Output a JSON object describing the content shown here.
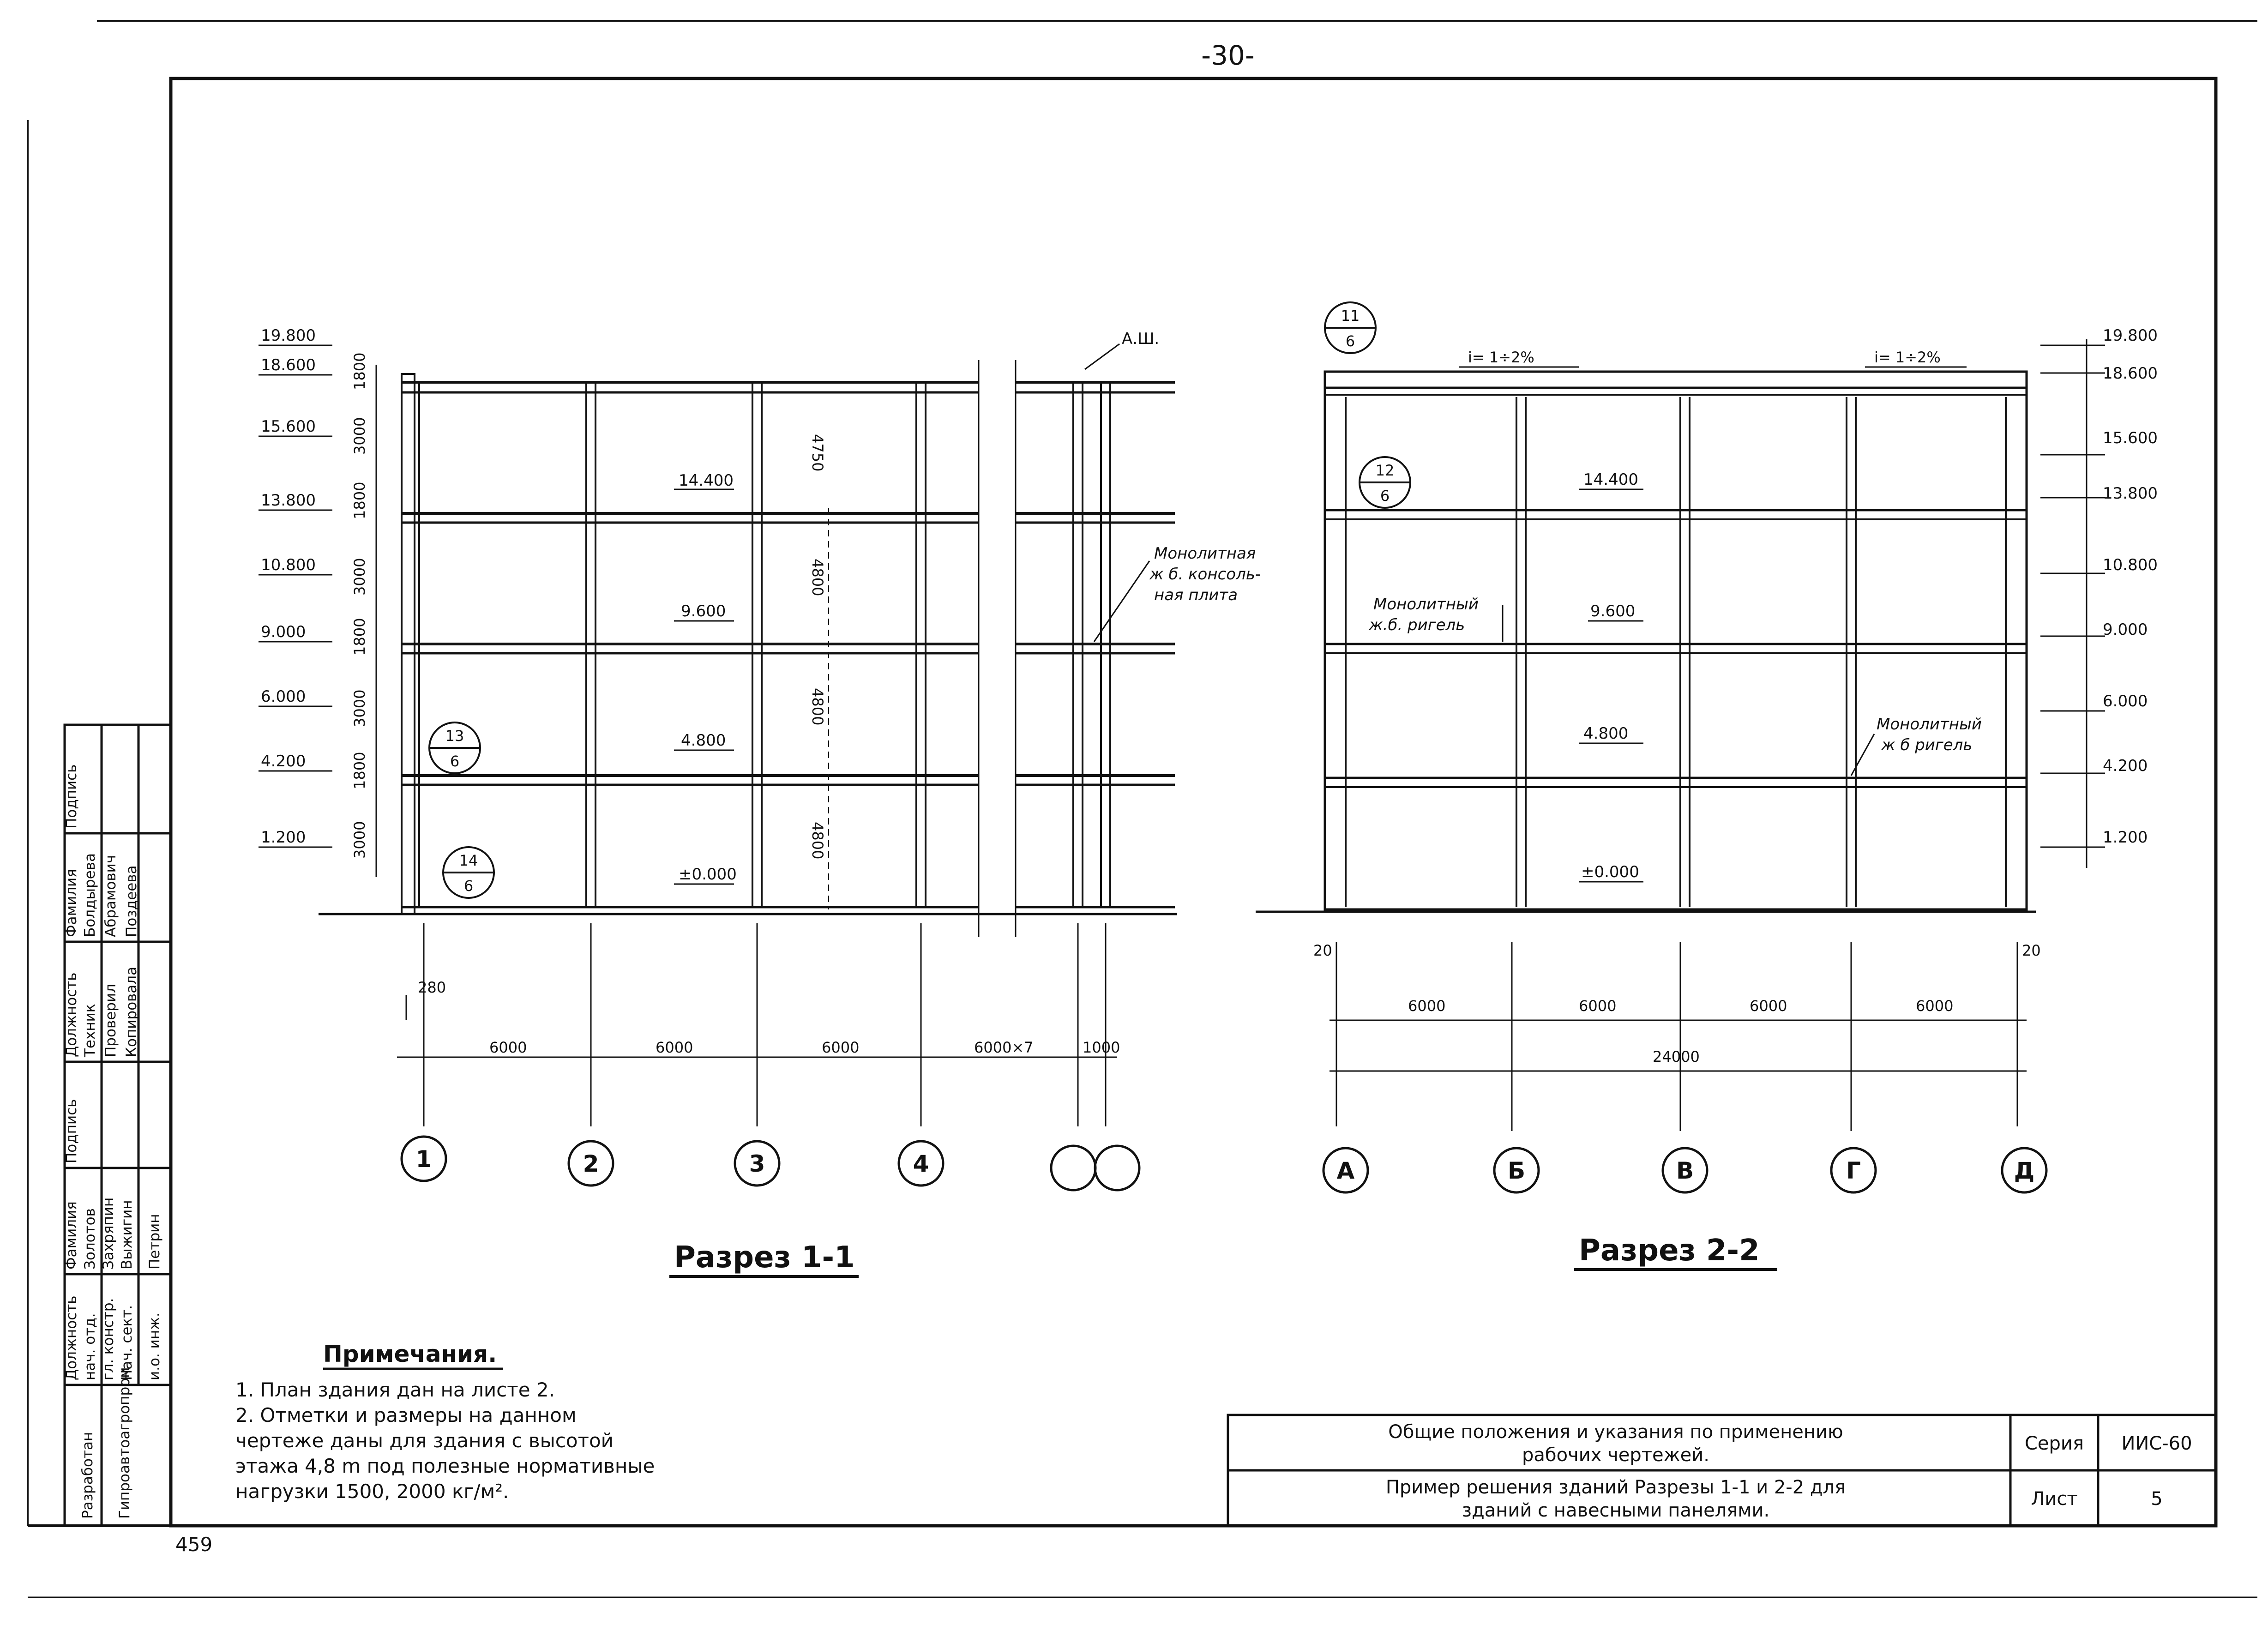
{
  "page_number": "-30-",
  "sheet_number_bottom": "459",
  "section_1": {
    "title": "Разрез 1-1",
    "levels": [
      "19.800",
      "18.600",
      "15.600",
      "13.800",
      "10.800",
      "9.000",
      "6.000",
      "4.200",
      "1.200"
    ],
    "level_left_dims": [
      "1800",
      "3000",
      "1800",
      "3000",
      "1800",
      "3000",
      "1800",
      "3000"
    ],
    "floor_marks": [
      "14.400",
      "9.600",
      "4.800",
      "±0.000"
    ],
    "story_heights": [
      "4750",
      "4800",
      "4800",
      "4800"
    ],
    "spans": [
      "6000",
      "6000",
      "6000",
      "6000×7",
      "1000"
    ],
    "offset": "280",
    "axes": [
      "1",
      "2",
      "3",
      "4"
    ],
    "callouts": [
      {
        "top": "13",
        "bottom": "6"
      },
      {
        "top": "14",
        "bottom": "6"
      }
    ],
    "annotations": {
      "parapet": "А.Ш.",
      "slab_1": "Монолитная",
      "slab_2": "ж б. консоль-",
      "slab_3": "ная плита"
    }
  },
  "section_2": {
    "title": "Разрез 2-2",
    "levels": [
      "19.800",
      "18.600",
      "15.600",
      "13.800",
      "10.800",
      "9.000",
      "6.000",
      "4.200",
      "1.200"
    ],
    "floor_marks": [
      "14.400",
      "9.600",
      "4.800",
      "±0.000"
    ],
    "slopes": [
      "i= 1÷2%",
      "i= 1÷2%"
    ],
    "spans": [
      "6000",
      "6000",
      "6000",
      "6000"
    ],
    "total_span": "24000",
    "offsets": [
      "20",
      "20"
    ],
    "axes": [
      "А",
      "Б",
      "В",
      "Г",
      "Д"
    ],
    "callouts": [
      {
        "top": "11",
        "bottom": "6"
      },
      {
        "top": "12",
        "bottom": "6"
      }
    ],
    "annotations": {
      "beam_a_1": "Монолитный",
      "beam_a_2": "ж.б. ригель",
      "beam_b_1": "Монолитный",
      "beam_b_2": "ж б ригель"
    }
  },
  "notes": {
    "heading": "Примечания.",
    "lines": [
      "1. План здания дан на листе 2.",
      "2. Отметки и размеры на данном",
      "чертеже даны для здания с высотой",
      "этажа 4,8 m под полезные нормативные",
      "нагрузки 1500, 2000 кг/м²."
    ]
  },
  "title_block": {
    "desc_1": "Общие положения и указания по применению",
    "desc_2": "рабочих чертежей.",
    "desc_3": "Пример решения зданий Разрезы 1-1 и 2-2 для",
    "desc_4": "зданий с навесными панелями.",
    "series_label": "Серия",
    "series_value": "ИИС-60",
    "sheet_label": "Лист",
    "sheet_value": "5"
  },
  "stamp": {
    "org_1": "Разработан",
    "org_2": "Гипроавтоагропром",
    "group_a": [
      {
        "pos": "Должность",
        "name": "Фамилия",
        "sign": "Подпись"
      },
      {
        "pos": "нач. отд.",
        "name": "Золотов",
        "sign": ""
      },
      {
        "pos": "гл. констр.",
        "name": "Захряпин",
        "sign": ""
      },
      {
        "pos": "Нач. сект.",
        "name": "Выжигин",
        "sign": ""
      },
      {
        "pos": "и.о. инж.",
        "name": "Петрин",
        "sign": ""
      }
    ],
    "group_b": [
      {
        "pos": "Должность",
        "name": "Фамилия",
        "sign": "Подпись"
      },
      {
        "pos": "Техник",
        "name": "Болдырева",
        "sign": ""
      },
      {
        "pos": "Проверил",
        "name": "Абрамович",
        "sign": ""
      },
      {
        "pos": "Копировала",
        "name": "Поздеева",
        "sign": ""
      }
    ]
  }
}
